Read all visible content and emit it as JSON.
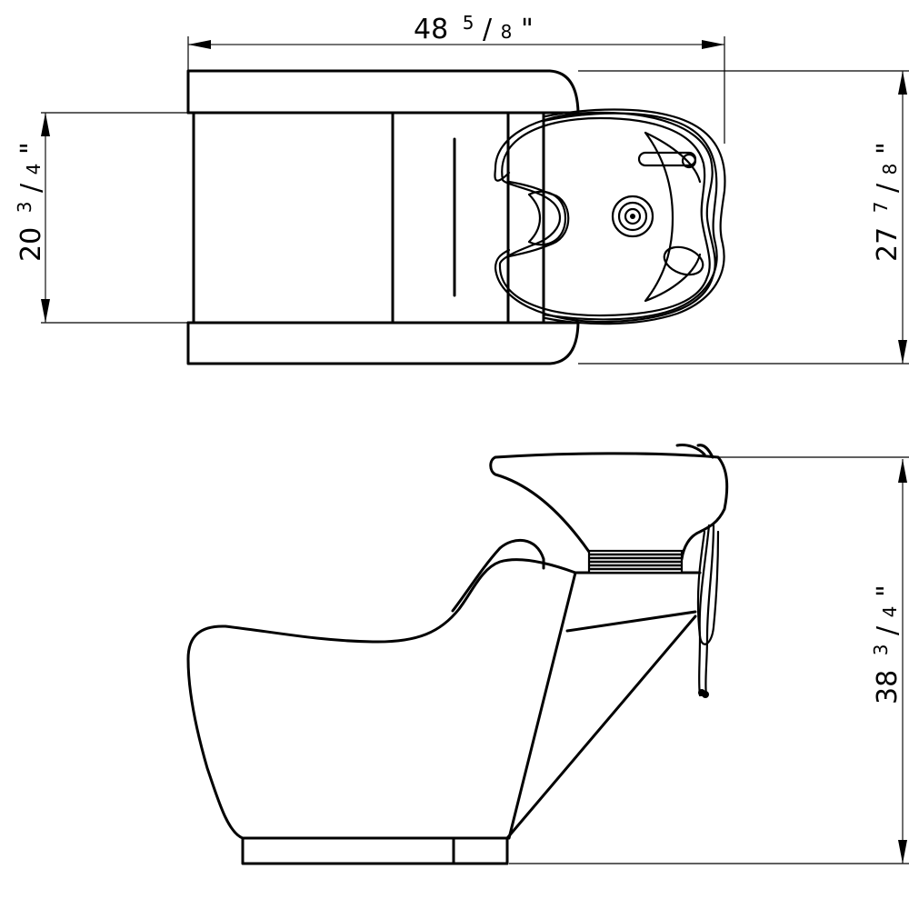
{
  "drawing": {
    "subject": "Shampoo backwash chair technical drawing",
    "views": [
      "top-view",
      "side-view"
    ]
  },
  "dimensions": {
    "overall_length": {
      "whole": "48",
      "num": "5",
      "den": "8",
      "unit": "\""
    },
    "seat_width": {
      "whole": "20",
      "num": "3",
      "den": "4",
      "unit": "\""
    },
    "overall_width": {
      "whole": "27",
      "num": "7",
      "den": "8",
      "unit": "\""
    },
    "overall_height": {
      "whole": "38",
      "num": "3",
      "den": "4",
      "unit": "\""
    }
  },
  "colors": {
    "line": "#000000",
    "background": "#ffffff"
  }
}
